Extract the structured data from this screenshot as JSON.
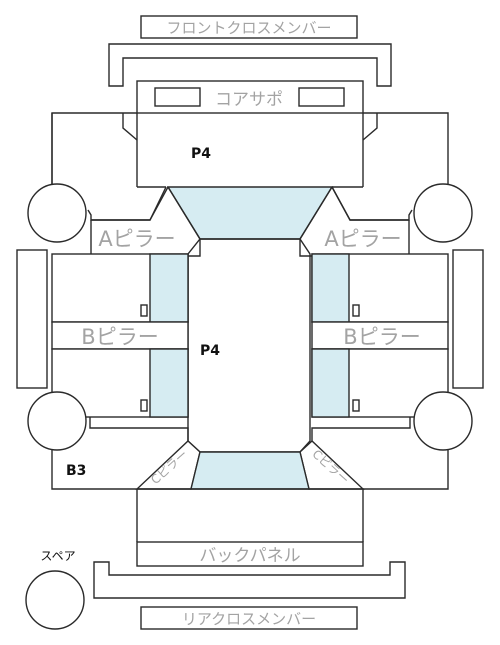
{
  "labels": {
    "front_cross_member": "フロントクロスメンバー",
    "core_support": "コアサポ",
    "a_pillar_left": "Aピラー",
    "a_pillar_right": "Aピラー",
    "b_pillar_left": "Bピラー",
    "b_pillar_right": "Bピラー",
    "roof_front": "P4",
    "roof_center": "P4",
    "rear_rating": "B3",
    "c_pillar_left": "Cピラー",
    "c_pillar_right": "Cピラー",
    "back_panel": "バックパネル",
    "spare": "スペア",
    "rear_cross_member": "リアクロスメンバー"
  },
  "colors": {
    "line": "#2a2a2a",
    "glass": "#d6ecf2",
    "label_gray": "#a3a3a3",
    "label_dark": "#111111",
    "background": "#ffffff"
  }
}
